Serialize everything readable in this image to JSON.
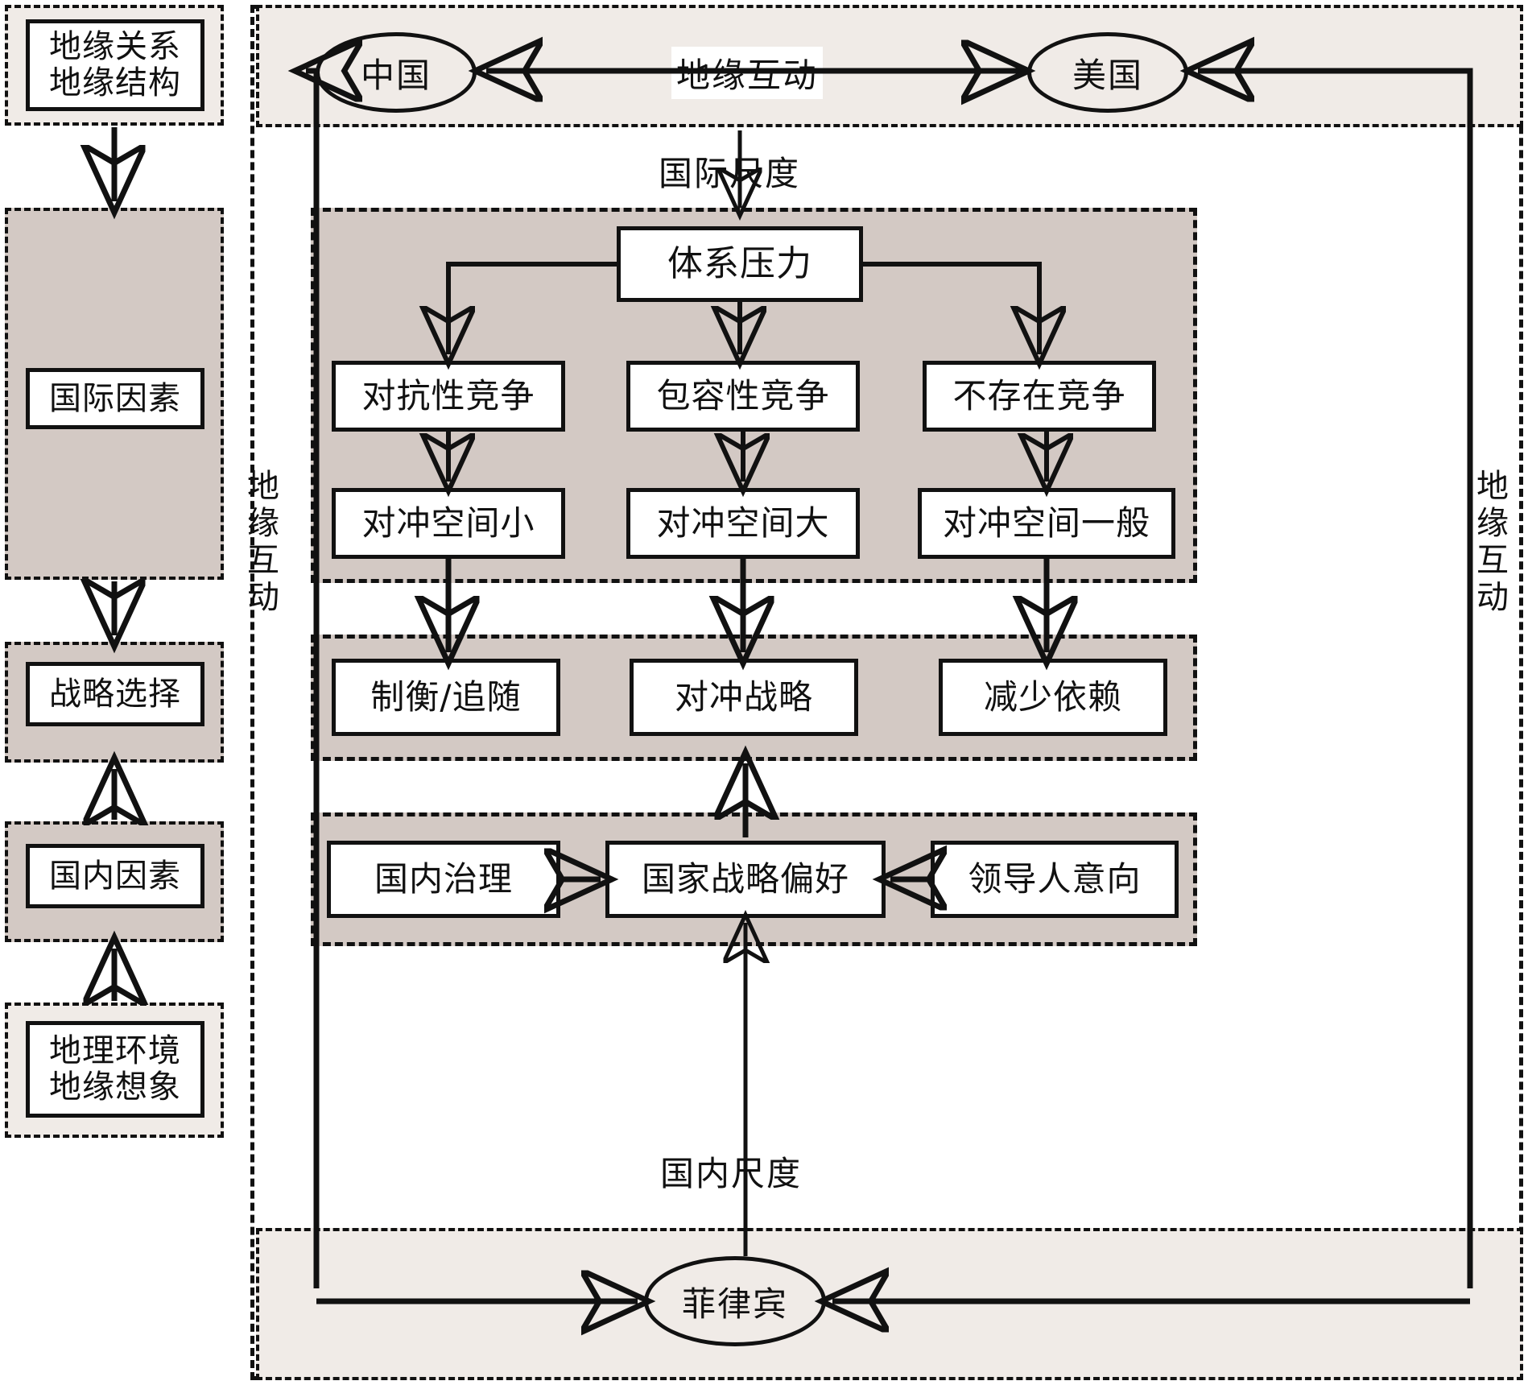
{
  "meta": {
    "title": "中美菲地缘互动与战略选择分析框架",
    "colors": {
      "pink_band": "#f0ebe7",
      "gray_band": "#d3c9c4",
      "line": "#111111",
      "node_fill": "#ffffff"
    }
  },
  "left_column": {
    "boxes": [
      {
        "id": "geo-relation",
        "lines": [
          "地缘关系",
          "地缘结构"
        ],
        "band": "pink"
      },
      {
        "id": "intl-factor",
        "lines": [
          "国际因素"
        ],
        "band": "gray"
      },
      {
        "id": "strategy-choice",
        "lines": [
          "战略选择"
        ],
        "band": "gray"
      },
      {
        "id": "domestic-factor",
        "lines": [
          "国内因素"
        ],
        "band": "gray"
      },
      {
        "id": "geo-environment",
        "lines": [
          "地理环境",
          "地缘想象"
        ],
        "band": "pink"
      }
    ]
  },
  "actors": {
    "china": "中国",
    "usa": "美国",
    "philippines": "菲律宾"
  },
  "edge_labels": {
    "geo_interaction_top": "地缘互动",
    "geo_interaction_left": "地缘互动",
    "geo_interaction_right": "地缘互动",
    "international_scale": "国际尺度",
    "domestic_scale": "国内尺度"
  },
  "international_block": {
    "driver": "体系压力",
    "competition": [
      "对抗性竞争",
      "包容性竞争",
      "不存在竞争"
    ],
    "hedging_space": [
      "对冲空间小",
      "对冲空间大",
      "对冲空间一般"
    ]
  },
  "strategy_block": {
    "options": [
      "制衡/追随",
      "对冲战略",
      "减少依赖"
    ]
  },
  "domestic_block": {
    "left": "国内治理",
    "center": "国家战略偏好",
    "right": "领导人意向"
  }
}
